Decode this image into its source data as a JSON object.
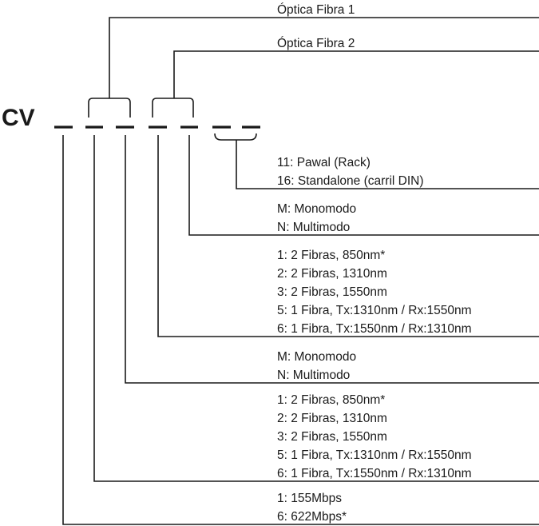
{
  "prefix": "CV",
  "fibers": {
    "fiber1": "Óptica Fibra 1",
    "fiber2": "Óptica Fibra 2"
  },
  "groups": {
    "format": [
      "11: Pawal (Rack)",
      "16: Standalone (carril DIN)"
    ],
    "mode_f2": [
      "M: Monomodo",
      "N: Multimodo"
    ],
    "type_f2": [
      "1: 2 Fibras, 850nm*",
      "2: 2 Fibras, 1310nm",
      "3: 2 Fibras, 1550nm",
      "5: 1 Fibra, Tx:1310nm / Rx:1550nm",
      "6: 1 Fibra, Tx:1550nm / Rx:1310nm"
    ],
    "mode_f1": [
      "M: Monomodo",
      "N: Multimodo"
    ],
    "type_f1": [
      "1: 2 Fibras, 850nm*",
      "2: 2 Fibras, 1310nm",
      "3: 2 Fibras, 1550nm",
      "5: 1 Fibra, Tx:1310nm / Rx:1550nm",
      "6: 1 Fibra, Tx:1550nm / Rx:1310nm"
    ],
    "speed": [
      "1: 155Mbps",
      "6: 622Mbps*"
    ]
  }
}
